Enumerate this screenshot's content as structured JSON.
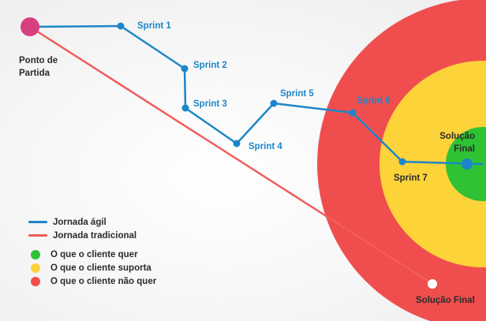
{
  "colors": {
    "agile": "#1d86c8",
    "traditional": "#f25c5c",
    "start_point": "#d7407f",
    "ring_outer": "#f04e4e",
    "ring_middle": "#fdd33a",
    "ring_inner": "#2ec234",
    "end_point_fill": "#ffffff"
  },
  "start": {
    "label_line1": "Ponto de",
    "label_line2": "Partida"
  },
  "sprints": [
    {
      "label": "Sprint 1"
    },
    {
      "label": "Sprint 2"
    },
    {
      "label": "Sprint 3"
    },
    {
      "label": "Sprint 4"
    },
    {
      "label": "Sprint 5"
    },
    {
      "label": "Sprint 6"
    },
    {
      "label": "Sprint 7"
    }
  ],
  "target": {
    "label_line1": "Solução",
    "label_line2": "Final"
  },
  "traditional_end": {
    "label": "Solução Final"
  },
  "legend": {
    "agile": "Jornada ágil",
    "traditional": "Jornada tradicional",
    "wants": "O que o cliente quer",
    "tolerates": "O que o cliente suporta",
    "rejects": "O que o cliente não quer"
  }
}
